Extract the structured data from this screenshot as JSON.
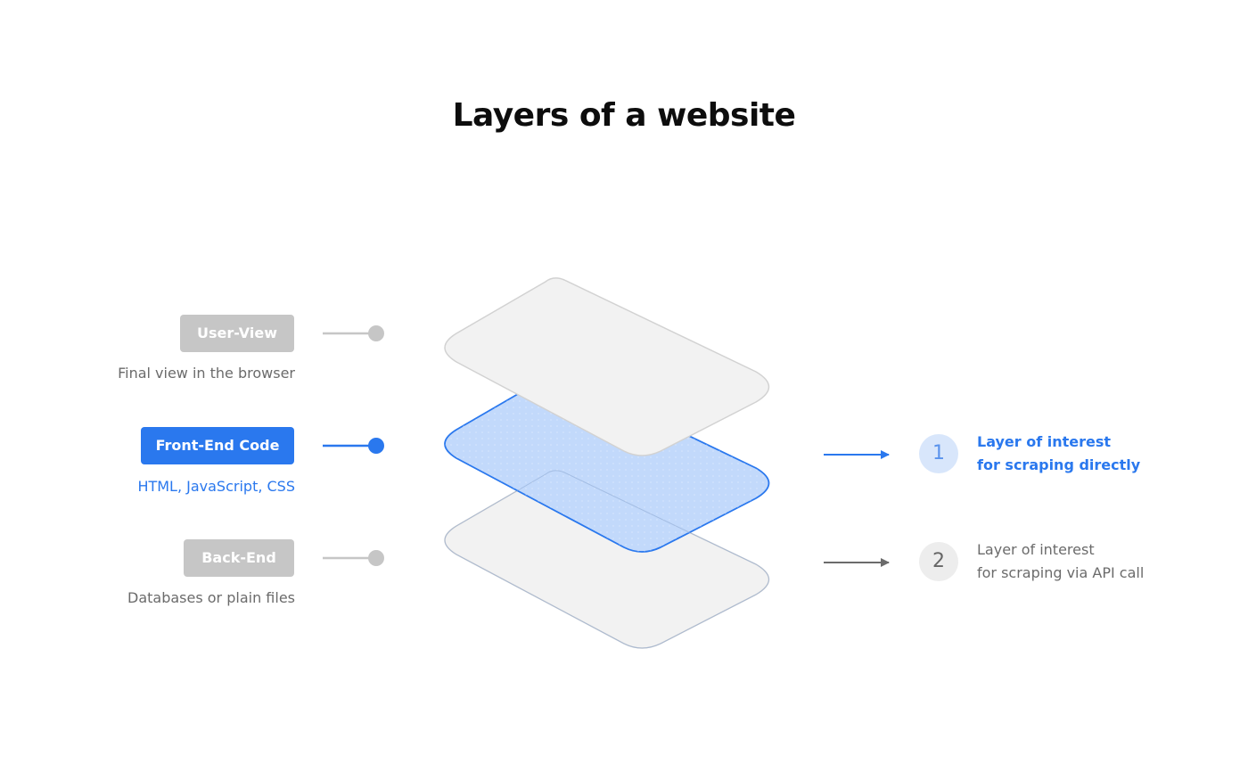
{
  "title": "Layers of a website",
  "layers": [
    {
      "label": "User-View",
      "description": "Final view in the browser",
      "highlighted": false
    },
    {
      "label": "Front-End Code",
      "description": "HTML, JavaScript, CSS",
      "highlighted": true
    },
    {
      "label": "Back-End",
      "description": "Databases or plain files",
      "highlighted": false
    }
  ],
  "callouts": [
    {
      "number": "1",
      "line1": "Layer of interest",
      "line2": "for scraping directly",
      "highlighted": true
    },
    {
      "number": "2",
      "line1": "Layer of interest",
      "line2": "for scraping via API call",
      "highlighted": false
    }
  ],
  "colors": {
    "accent": "#2A78EE",
    "accent_fill": "#C2D9FB",
    "neutral_label": "#C6C6C6",
    "neutral_text": "#6B6B6B",
    "plate_fill": "#F2F2F2",
    "plate_stroke": "#D2D2D2"
  }
}
